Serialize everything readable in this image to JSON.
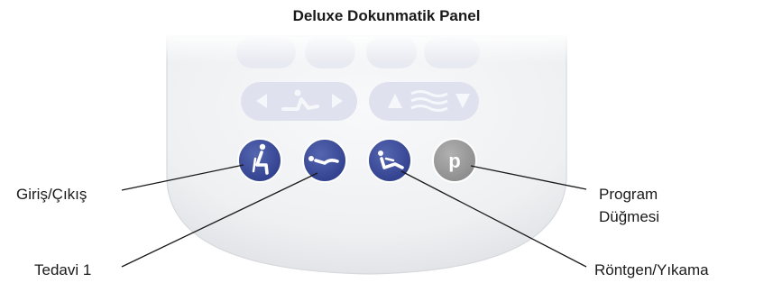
{
  "title": "Deluxe Dokunmatik Panel",
  "callouts": {
    "entry_exit": "Giriş/Çıkış",
    "treatment_1": "Tedavi 1",
    "program_line1": "Program",
    "program_line2": "Düğmesi",
    "xray_wash": "Röntgen/Yıkama"
  },
  "buttons": {
    "program_letter": "p"
  },
  "colors": {
    "panel": "#f1f2f4",
    "panel_shadow": "#dcdee2",
    "faded_button": "#dfe2ee",
    "faded_icon": "#f6f7fb",
    "active_button": "#3c4d9c",
    "program_button": "#9b9b9b"
  },
  "icons": [
    "entry-exit-icon",
    "treatment-recline-icon",
    "xray-recline-icon",
    "program-p-icon",
    "seat-move-left-right-icon",
    "height-up-down-icon"
  ]
}
